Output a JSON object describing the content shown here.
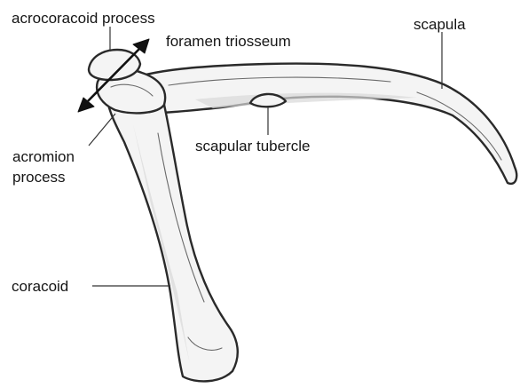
{
  "labels": {
    "acrocoracoid_process": "acrocoracoid process",
    "foramen_triosseum": "foramen triosseum",
    "scapula": "scapula",
    "acromion_process_line1": "acromion",
    "acromion_process_line2": "process",
    "scapular_tubercle": "scapular tubercle",
    "coracoid": "coracoid"
  }
}
